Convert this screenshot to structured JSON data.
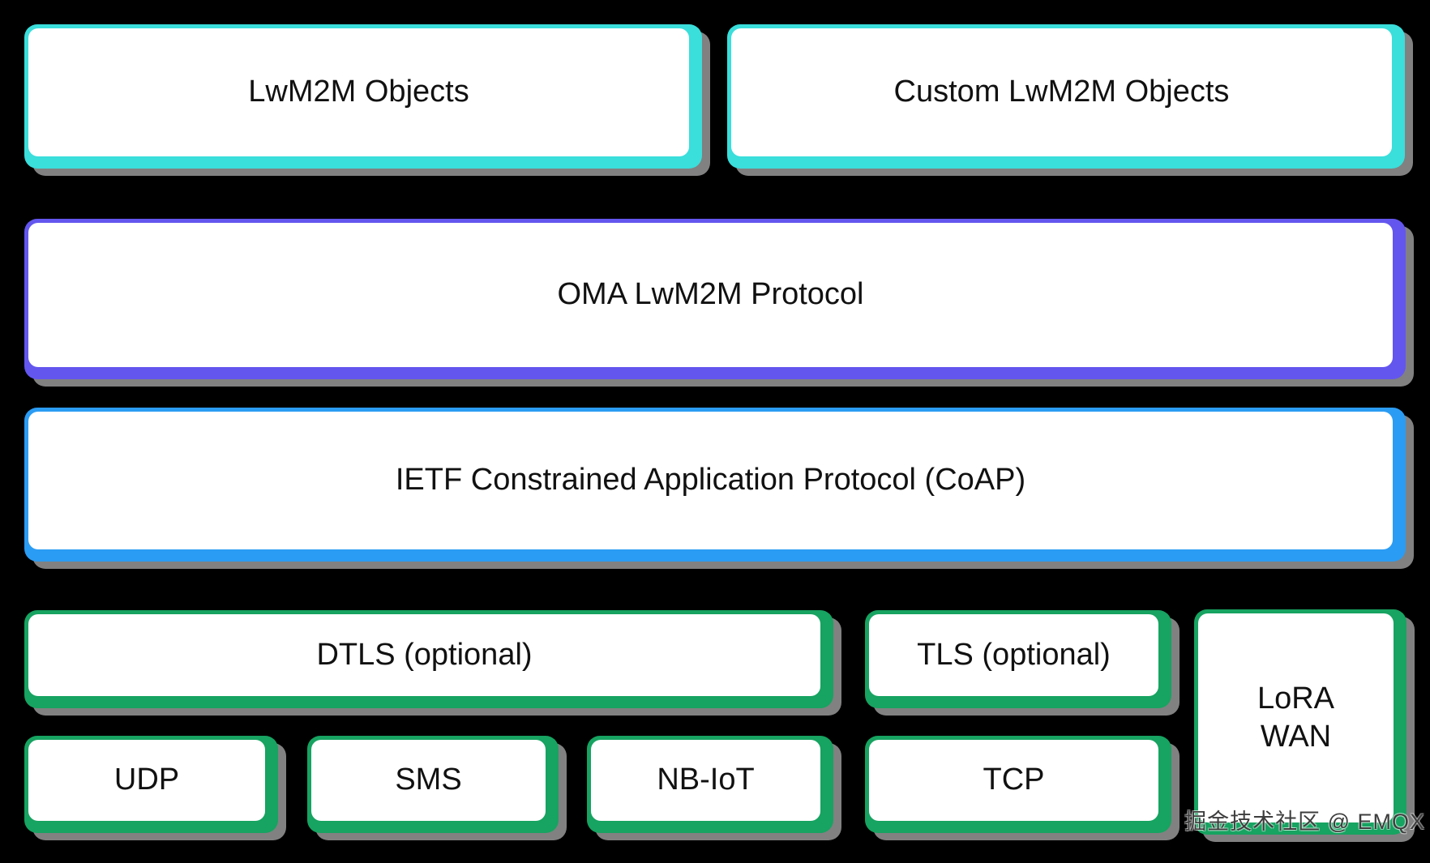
{
  "diagram": {
    "description": "LwM2M protocol stack diagram",
    "layers": {
      "lwm2m_objects": {
        "label": "LwM2M Objects"
      },
      "custom_objects": {
        "label": "Custom LwM2M Objects"
      },
      "oma_protocol": {
        "label": "OMA LwM2M Protocol"
      },
      "coap": {
        "label": "IETF Constrained Application Protocol (CoAP)"
      },
      "dtls": {
        "label": "DTLS (optional)"
      },
      "tls": {
        "label": "TLS (optional)"
      },
      "lorawan": {
        "label": "LoRA\nWAN"
      },
      "udp": {
        "label": "UDP"
      },
      "sms": {
        "label": "SMS"
      },
      "nbiot": {
        "label": "NB-IoT"
      },
      "tcp": {
        "label": "TCP"
      }
    },
    "colors": {
      "cyan_accent": "#3adedb",
      "purple_accent": "#6356ee",
      "blue_accent": "#2b9cf3",
      "green_accent": "#17a361",
      "shadow_gray": "#8c8c8c",
      "box_fill": "#ffffff",
      "text": "#111111",
      "background": "#000000"
    },
    "watermark": {
      "text": "掘金技术社区 @ EMQX"
    }
  }
}
